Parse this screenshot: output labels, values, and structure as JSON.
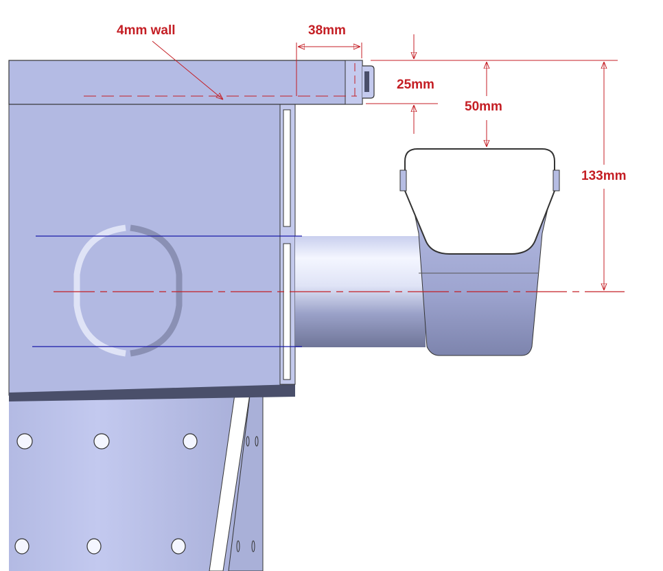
{
  "drawing": {
    "type": "CAD elevation drawing",
    "annotation_color": "#c41e24",
    "body_color": "#b2b9e2",
    "centerline_color": "#1a1aa8"
  },
  "dimensions": {
    "wall": {
      "label": "4mm wall"
    },
    "overhang": {
      "label": "38mm"
    },
    "lip_height": {
      "label": "25mm"
    },
    "gutter_drop": {
      "label": "50mm"
    },
    "outlet_centre": {
      "label": "133mm"
    }
  }
}
